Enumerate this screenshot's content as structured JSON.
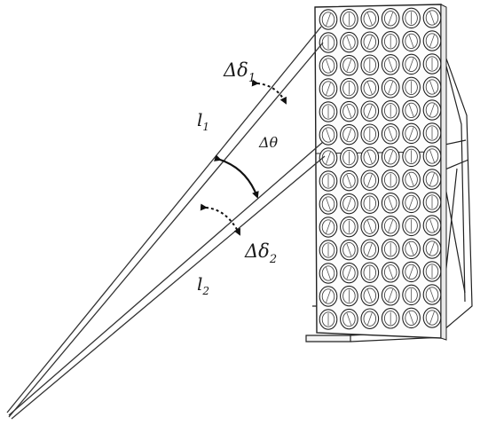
{
  "labels": {
    "line_1": "l",
    "line_1_sub": "1",
    "line_2": "l",
    "line_2_sub": "2",
    "angle": "Δθ",
    "delta_1": "Δδ",
    "delta_1_sub": "1",
    "delta_2": "Δδ",
    "delta_2_sub": "2"
  },
  "panel": {
    "rows": 14,
    "columns": 6
  },
  "colors": {
    "line": "#333333",
    "frame": "#222222",
    "arrow": "#111111"
  }
}
